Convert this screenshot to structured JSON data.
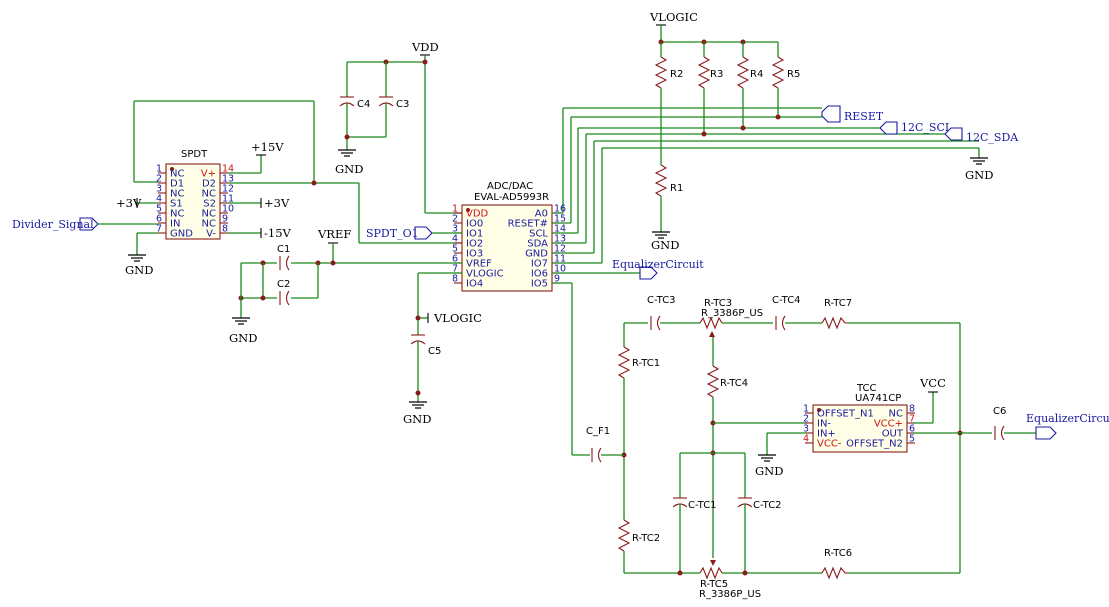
{
  "supplies": {
    "vlogic_top": "VLOGIC",
    "vdd": "VDD",
    "p15v": "+15V",
    "p3v_left": "+3V",
    "p3v_right": "+3V",
    "m15v": "-15V",
    "vref": "VREF",
    "vlogic_mid": "VLOGIC",
    "vcc": "VCC"
  },
  "grounds": [
    "GND",
    "GND",
    "GND",
    "GND",
    "GND",
    "GND",
    "GND"
  ],
  "net_labels": {
    "divider_signal": "Divider_Signal",
    "reset": "RESET",
    "i2c_scl": "12C_SCL",
    "i2c_sda": "12C_SDA",
    "spdt_o1": "SPDT_O1",
    "equalizer_top": "EqualizerCircuit",
    "equalizer_right": "EqualizerCircuit"
  },
  "spdt": {
    "title": "SPDT",
    "left_pins": [
      {
        "num": "1",
        "name": "NC"
      },
      {
        "num": "2",
        "name": "D1"
      },
      {
        "num": "3",
        "name": "NC"
      },
      {
        "num": "4",
        "name": "S1"
      },
      {
        "num": "5",
        "name": "NC"
      },
      {
        "num": "6",
        "name": "IN"
      },
      {
        "num": "7",
        "name": "GND"
      }
    ],
    "right_pins": [
      {
        "num": "14",
        "name": "V+"
      },
      {
        "num": "13",
        "name": "D2"
      },
      {
        "num": "12",
        "name": "NC"
      },
      {
        "num": "11",
        "name": "S2"
      },
      {
        "num": "10",
        "name": "NC"
      },
      {
        "num": "9",
        "name": "NC"
      },
      {
        "num": "8",
        "name": "V-"
      }
    ]
  },
  "dac": {
    "title1": "ADC/DAC",
    "title2": "EVAL-AD5993R",
    "left_pins": [
      {
        "num": "1",
        "name": "VDD"
      },
      {
        "num": "2",
        "name": "IO0"
      },
      {
        "num": "3",
        "name": "IO1"
      },
      {
        "num": "4",
        "name": "IO2"
      },
      {
        "num": "5",
        "name": "IO3"
      },
      {
        "num": "6",
        "name": "VREF"
      },
      {
        "num": "7",
        "name": "VLOGIC"
      },
      {
        "num": "8",
        "name": "IO4"
      }
    ],
    "right_pins": [
      {
        "num": "16",
        "name": "A0"
      },
      {
        "num": "15",
        "name": "RESET#"
      },
      {
        "num": "14",
        "name": "SCL"
      },
      {
        "num": "13",
        "name": "SDA"
      },
      {
        "num": "12",
        "name": "GND"
      },
      {
        "num": "11",
        "name": "IO7"
      },
      {
        "num": "10",
        "name": "IO6"
      },
      {
        "num": "9",
        "name": "IO5"
      }
    ]
  },
  "opamp": {
    "title1": "TCC",
    "title2": "UA741CP",
    "left_pins": [
      {
        "num": "1",
        "name": "OFFSET_N1"
      },
      {
        "num": "2",
        "name": "IN-"
      },
      {
        "num": "3",
        "name": "IN+"
      },
      {
        "num": "4",
        "name": "VCC-"
      }
    ],
    "right_pins": [
      {
        "num": "8",
        "name": "NC"
      },
      {
        "num": "7",
        "name": "VCC+"
      },
      {
        "num": "6",
        "name": "OUT"
      },
      {
        "num": "5",
        "name": "OFFSET_N2"
      }
    ]
  },
  "components": {
    "r1": "R1",
    "r2": "R2",
    "r3": "R3",
    "r4": "R4",
    "r5": "R5",
    "c1": "C1",
    "c2": "C2",
    "c3": "C3",
    "c4": "C4",
    "c5": "C5",
    "c6": "C6",
    "ctc3": "C-TC3",
    "ctc4": "C-TC4",
    "rtc3": "R-TC3",
    "rtc3_part": "R_3386P_US",
    "rtc7": "R-TC7",
    "rtc1": "R-TC1",
    "rtc4": "R-TC4",
    "cf1": "C_F1",
    "ctc1": "C-TC1",
    "ctc2": "C-TC2",
    "rtc2": "R-TC2",
    "rtc5": "R-TC5",
    "rtc5_part": "R_3386P_US",
    "rtc6": "R-TC6"
  }
}
